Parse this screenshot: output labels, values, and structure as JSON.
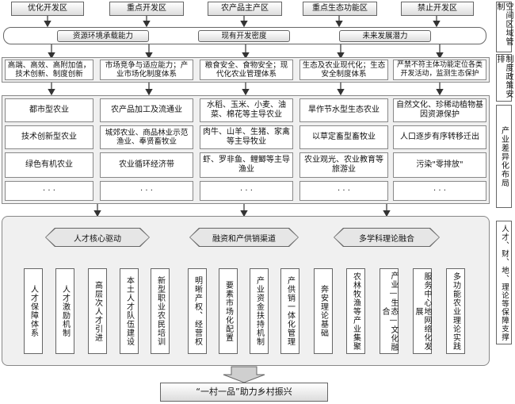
{
  "zones": [
    "优化开发区",
    "重点开发区",
    "农产品主产区",
    "重点生态功能区",
    "禁止开发区"
  ],
  "side_labels": [
    "空间区域管制",
    "制度政策安排",
    "产业差异化布局",
    "人才、财、地、理论等保障支撑"
  ],
  "capacity_tabs": [
    "资源环境承载能力",
    "现有开发密度",
    "未来发展潜力"
  ],
  "policies": [
    "高端、高效、高附加值，技术创新、制度创新",
    "市场竞争与适应能力；产业市场化制度体系",
    "粮食安全、食物安全；现代化农业管理体系",
    "生态及农业现代化；生态安全制度体系",
    "严禁不符主体功能定位各类开发活动，监测生态保护"
  ],
  "industry_grid": [
    [
      "都市型农业",
      "农产品加工及流通业",
      "水稻、玉米、小麦、油菜、棉花等主导农业",
      "旱作节水型生态农业",
      "自然文化、珍稀动植物基因资源保护"
    ],
    [
      "技术创新型农业",
      "城郊农业、商品林业示范渔业、奉贤畜牧业",
      "肉牛、山羊、生猪、家禽等主导牧业",
      "以草定畜型畜牧业",
      "人口逐步有序转移迁出"
    ],
    [
      "绿色有机农业",
      "农业循环经济带",
      "虾、罗非鱼、鲤鲫等主导渔业",
      "农业观光、农业教育等旅游业",
      "污染\"零排放\""
    ],
    [
      "· · ·",
      "· · ·",
      "· · ·",
      "· · ·",
      "· · ·"
    ]
  ],
  "mechanisms": [
    "人才核心驱动",
    "融资和产供销渠道",
    "多学科理论融合"
  ],
  "supports": [
    "人才保障体系",
    "人才激励机制",
    "高层次人才引进",
    "本土人才队伍建设",
    "新型职业农民培训",
    "明晰产权、经营权",
    "要素市场化配置",
    "产业资金扶持机制",
    "产供销一体化管理",
    "奔安理论基础",
    "农林牧渔等产业集聚",
    "产业—生态—文化融合",
    "服务中心地网络化发展",
    "多功能农业理论实践"
  ],
  "bottom": "“一村一品”助力乡村振兴"
}
